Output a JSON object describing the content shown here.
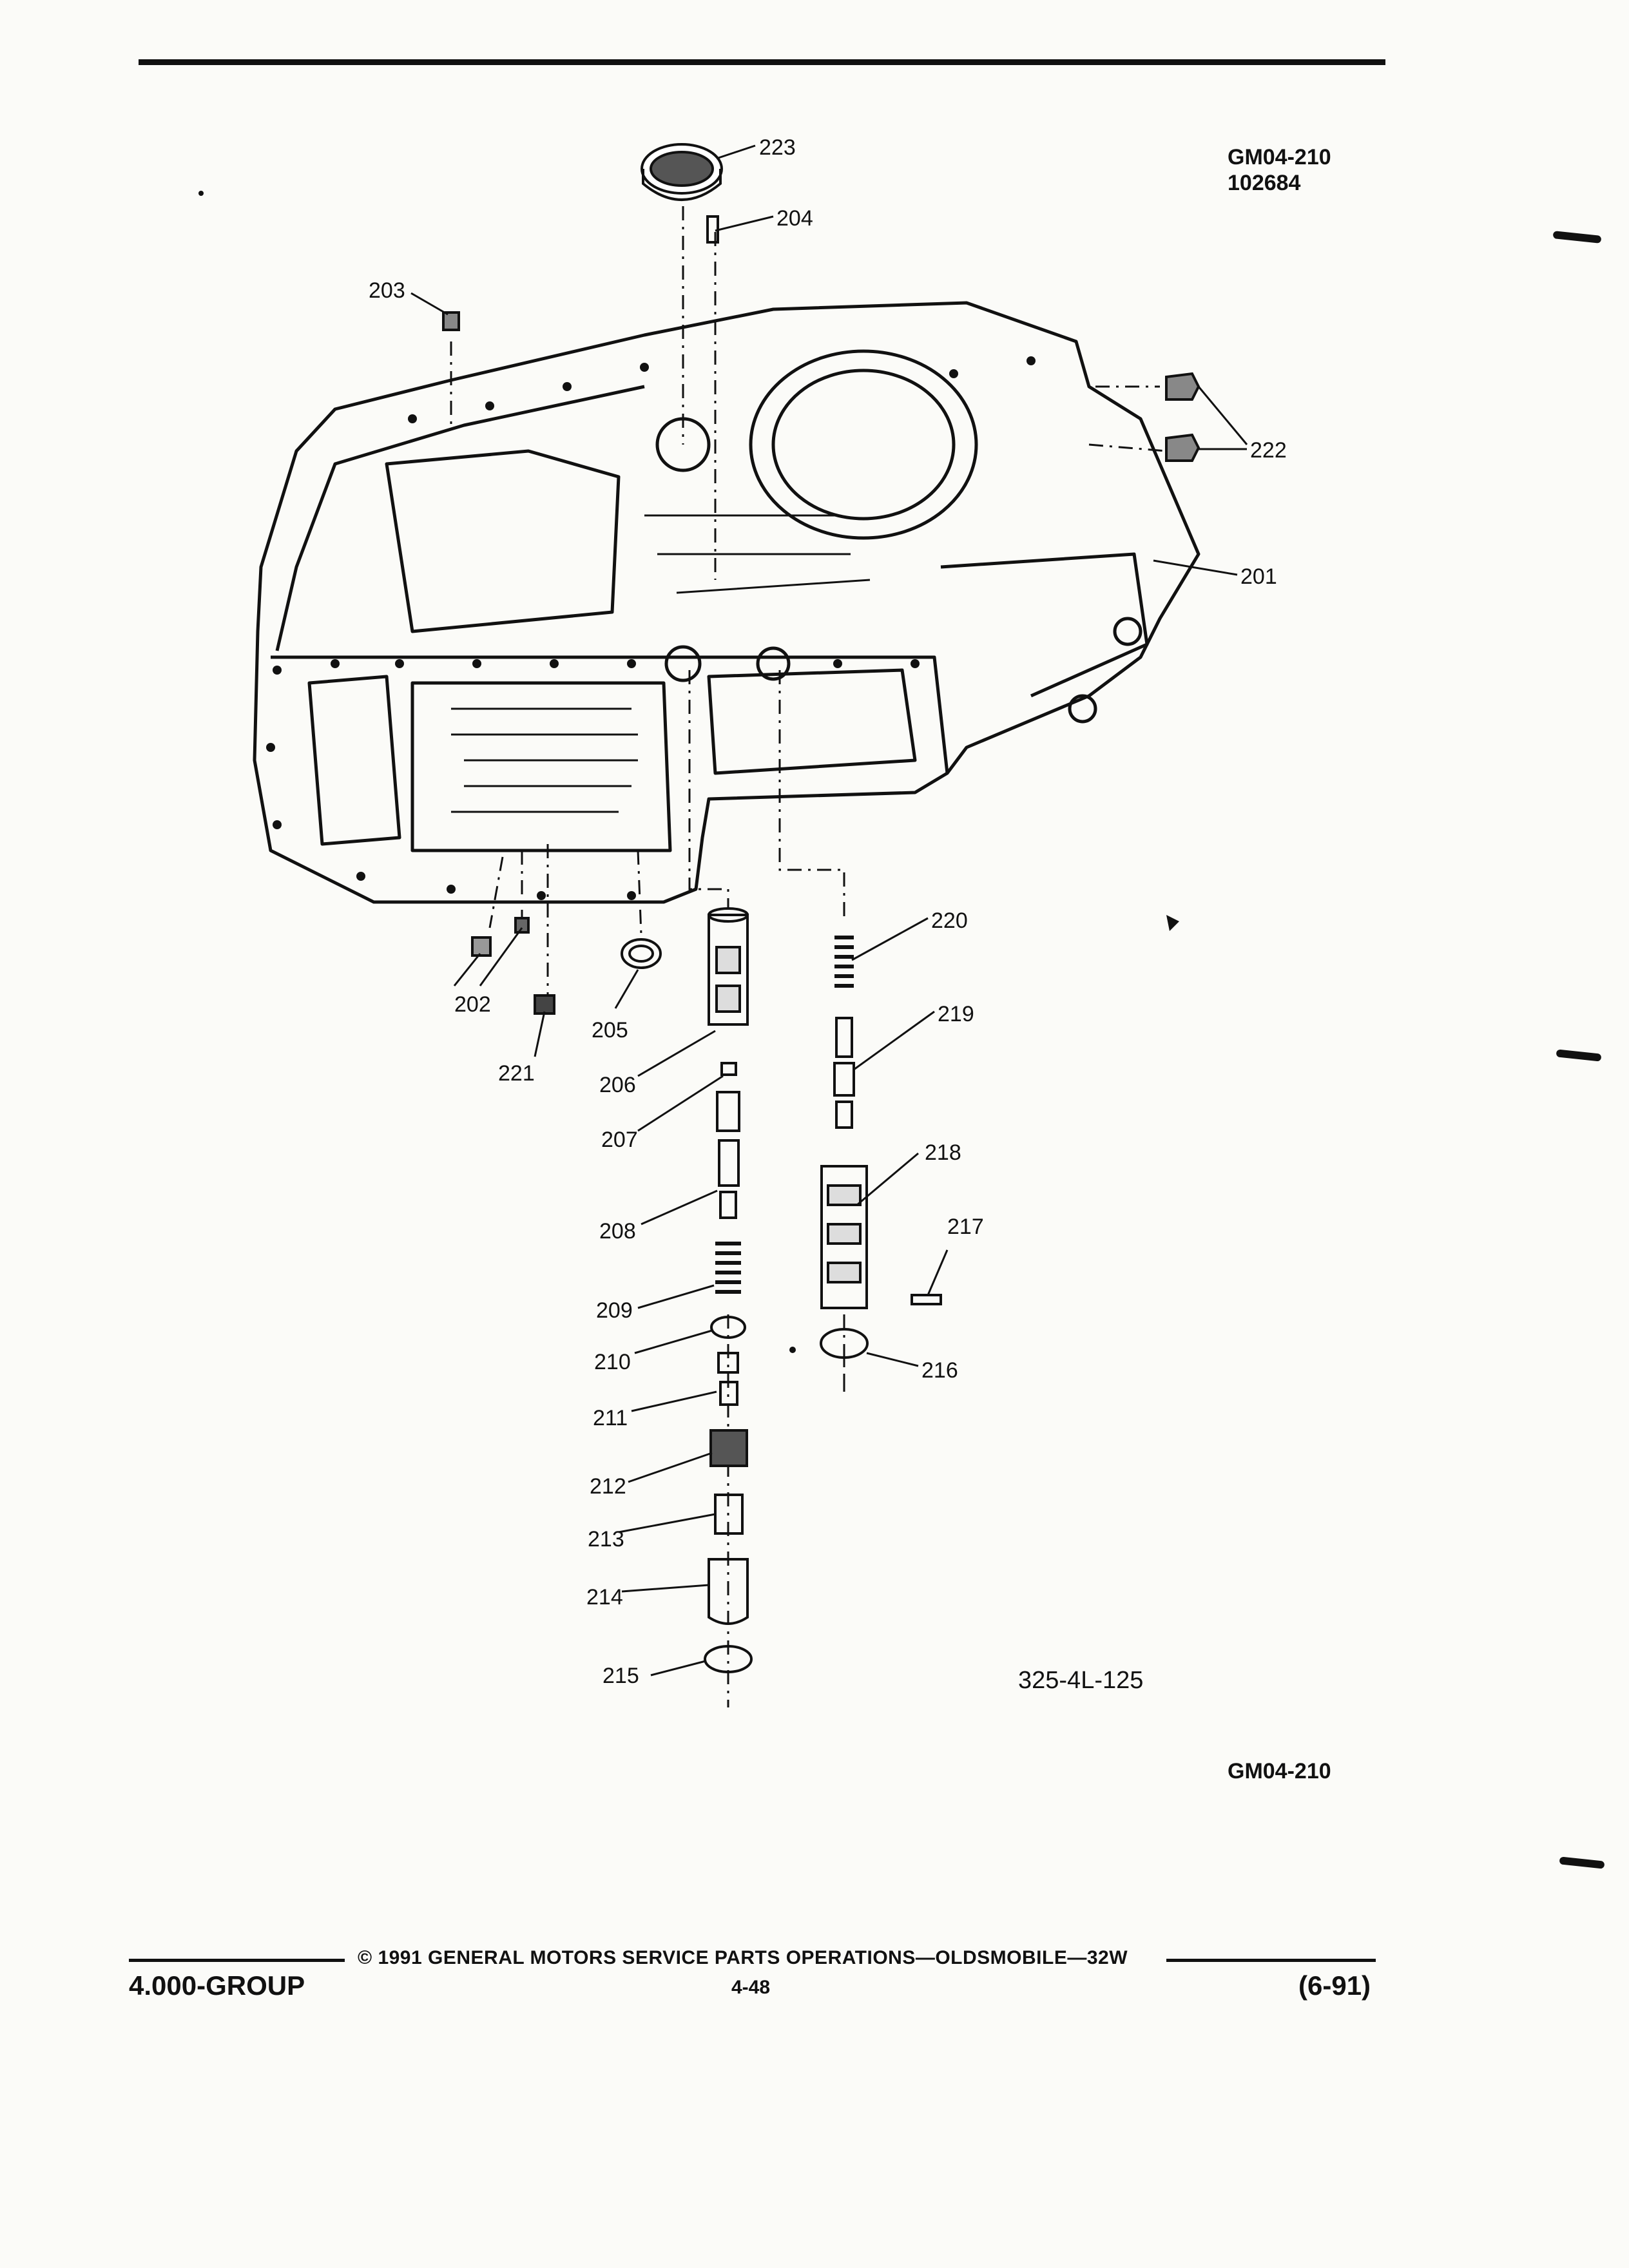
{
  "header": {
    "ref_code": "GM04-210",
    "ref_number": "102684"
  },
  "diagram": {
    "callouts": [
      "223",
      "204",
      "203",
      "222",
      "201",
      "220",
      "219",
      "218",
      "217",
      "216",
      "202",
      "205",
      "206",
      "221",
      "207",
      "208",
      "209",
      "210",
      "211",
      "212",
      "213",
      "214",
      "215"
    ],
    "figure_code": "325-4L-125"
  },
  "bottom_ref": "GM04-210",
  "footer": {
    "copyright_line": "© 1991 GENERAL MOTORS SERVICE PARTS OPERATIONS—OLDSMOBILE—32W",
    "group": "4.000-GROUP",
    "page_number": "4-48",
    "date": "(6-91)"
  }
}
